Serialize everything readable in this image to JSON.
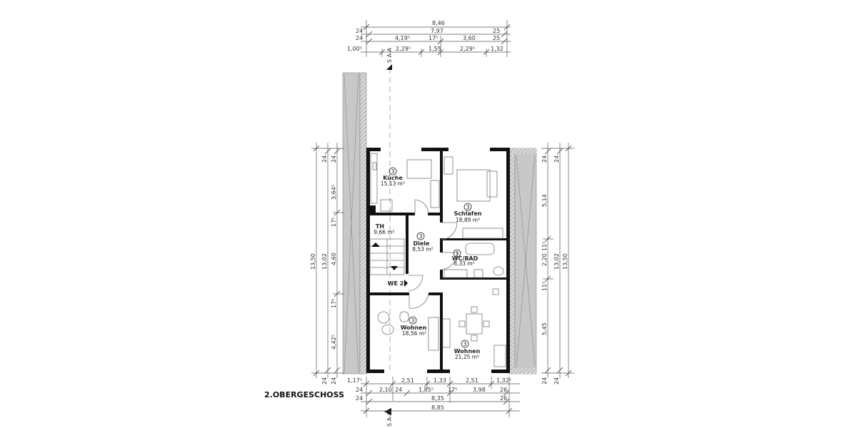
{
  "title": "2.OBERGESCHOSS",
  "section_marker": "S A-A",
  "unit_number": "3",
  "rooms": {
    "kueche": {
      "name": "Küche",
      "area": "15,13 m²"
    },
    "schlafen": {
      "name": "Schlafen",
      "area": "18,89 m²"
    },
    "th": {
      "name": "TH",
      "area": "9,66 m²"
    },
    "diele": {
      "name": "Diele",
      "area": "8,53 m²"
    },
    "wcbad": {
      "name": "WC/BAD",
      "area": "8,33 m²"
    },
    "we": {
      "name": "WE 2"
    },
    "wohnen1": {
      "name": "Wohnen",
      "area": "18,56 m²"
    },
    "wohnen2": {
      "name": "Wohnen",
      "area": "21,25 m²"
    }
  },
  "dimensions": {
    "top": [
      [
        "8,46"
      ],
      [
        "24",
        "7,97",
        "25"
      ],
      [
        "24",
        "4,19⁵",
        "17⁵",
        "3,60",
        "25"
      ],
      [
        "1,00⁵",
        "2,29⁵",
        "1,55",
        "2,29⁵",
        "1,32"
      ]
    ],
    "bottom": [
      [
        "1,17⁵",
        "2,51",
        "1,33",
        "2,51",
        "1,32⁵"
      ],
      [
        "24",
        "2,10",
        "24",
        "1,85⁵",
        "17⁵",
        "3,98",
        "26"
      ],
      [
        "24",
        "8,35",
        "26"
      ],
      [
        "8,85"
      ]
    ],
    "left": {
      "outer": "13,50",
      "middle": "13,02",
      "middle_ends": [
        "24",
        "24"
      ],
      "inner": [
        "24",
        "3,64⁵",
        "17⁵",
        "4,60",
        "17⁵",
        "4,42⁵",
        "24"
      ]
    },
    "right": {
      "inner": [
        "24",
        "5,14",
        "11⁵",
        "2,20",
        "11⁵",
        "5,45",
        "24"
      ],
      "middle": "13,02",
      "middle_ends": [
        "24",
        "24"
      ],
      "outer": "13,50"
    }
  },
  "colors": {
    "wall": "#111111",
    "neighbor_wall": "#c8c8c8",
    "line": "#555555"
  }
}
